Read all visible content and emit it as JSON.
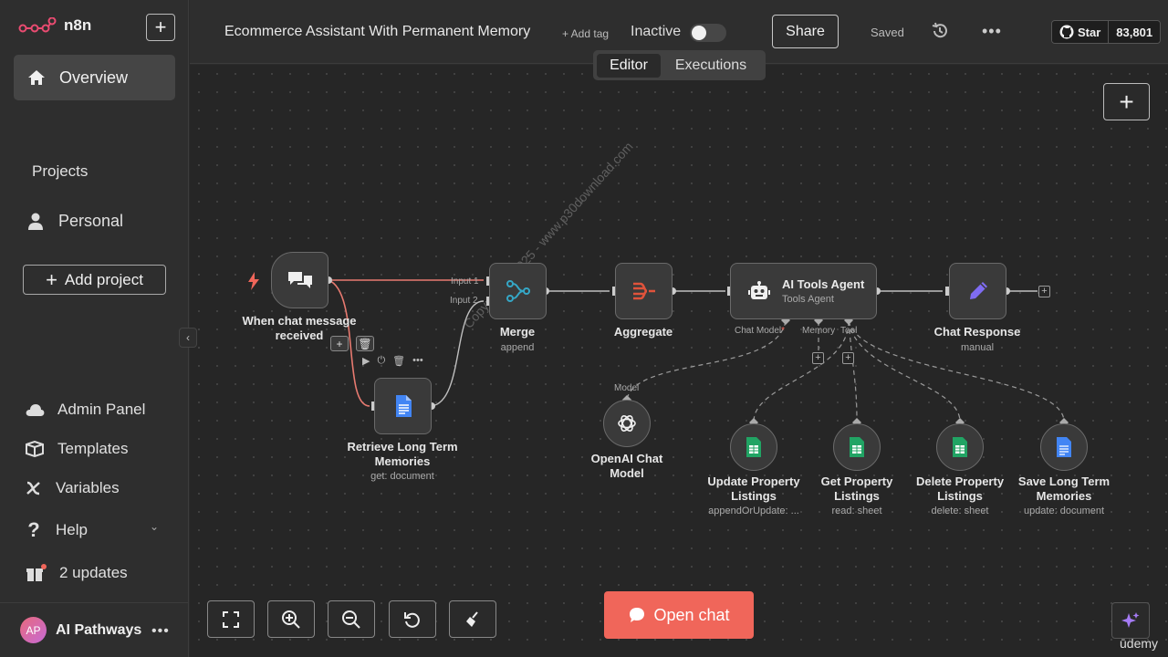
{
  "app": {
    "logo_text": "n8n"
  },
  "sidebar": {
    "overview": "Overview",
    "projects_title": "Projects",
    "personal": "Personal",
    "add_project": "Add project",
    "admin_panel": "Admin Panel",
    "templates": "Templates",
    "variables": "Variables",
    "help": "Help",
    "updates": "2 updates",
    "user_initials": "AP",
    "user_name": "AI Pathways"
  },
  "header": {
    "workflow_title": "Ecommerce Assistant With Permanent Memory",
    "add_tag": "+ Add tag",
    "status": "Inactive",
    "share": "Share",
    "saved": "Saved",
    "github_star": "Star",
    "github_count": "83,801"
  },
  "tabs": {
    "editor": "Editor",
    "executions": "Executions"
  },
  "nodes": {
    "trigger": {
      "label": "When chat message received"
    },
    "retrieve": {
      "label": "Retrieve Long Term Memories",
      "sub": "get: document"
    },
    "merge": {
      "label": "Merge",
      "sub": "append",
      "input1": "Input 1",
      "input2": "Input 2"
    },
    "aggregate": {
      "label": "Aggregate"
    },
    "agent": {
      "title": "AI Tools Agent",
      "sub": "Tools Agent",
      "port_model": "Chat Model",
      "port_memory": "Memory",
      "port_tool": "Tool",
      "required": "*"
    },
    "chat_response": {
      "label": "Chat Response",
      "sub": "manual"
    },
    "openai": {
      "label": "OpenAI Chat Model",
      "port": "Model"
    },
    "update_listings": {
      "label": "Update Property Listings",
      "sub": "appendOrUpdate: ..."
    },
    "get_listings": {
      "label": "Get Property Listings",
      "sub": "read: sheet"
    },
    "delete_listings": {
      "label": "Delete Property Listings",
      "sub": "delete: sheet"
    },
    "save_memories": {
      "label": "Save Long Term Memories",
      "sub": "update: document"
    }
  },
  "canvas": {
    "open_chat": "Open chat",
    "watermark": "Copyright © 2025 - www.p30download.com"
  },
  "branding": {
    "udemy": "ūdemy"
  },
  "colors": {
    "accent": "#f0665a",
    "sheets_green": "#21a464",
    "docs_blue": "#4285f4",
    "merge_teal": "#35a7c6",
    "aggregate_red": "#e0533b",
    "pencil_purple": "#7f6cf3"
  }
}
